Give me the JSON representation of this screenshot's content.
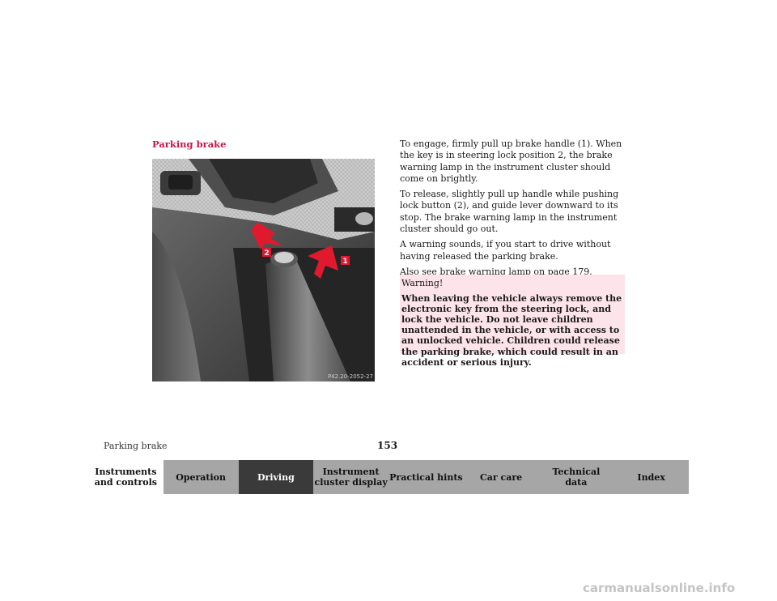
{
  "section": {
    "title": "Parking brake"
  },
  "figure": {
    "code": "P42.20-2052-27",
    "callout_1": "1",
    "callout_2": "2"
  },
  "body": {
    "paragraphs": [
      "To engage, firmly pull up brake handle (1). When the key is in steering lock position 2, the brake warning lamp in the instrument cluster should come on brightly.",
      "To release, slightly pull up handle while pushing lock button (2), and guide lever downward to its stop. The brake warning lamp in the instrument cluster should go out.",
      "A warning sounds, if you start to drive without having released the parking brake.",
      "Also see brake warning lamp on page 179."
    ]
  },
  "warning": {
    "title": "Warning!",
    "text": "When leaving the vehicle always remove the electronic key from the steering lock, and lock the vehicle. Do not leave children unattended in the vehicle, or with access to an unlocked vehicle. Children could release the parking brake, which could result in an accident or serious injury."
  },
  "footer": {
    "label": "Parking brake",
    "page": "153"
  },
  "nav": {
    "tabs": [
      {
        "line1": "Instruments",
        "line2": "and controls"
      },
      {
        "line1": "Operation",
        "line2": ""
      },
      {
        "line1": "Driving",
        "line2": ""
      },
      {
        "line1": "Instrument",
        "line2": "cluster display"
      },
      {
        "line1": "Practical hints",
        "line2": ""
      },
      {
        "line1": "Car care",
        "line2": ""
      },
      {
        "line1": "Technical",
        "line2": "data"
      },
      {
        "line1": "Index",
        "line2": ""
      }
    ],
    "active_tab": "Driving"
  },
  "watermark": {
    "text": "carmanualsonline.info"
  },
  "colors": {
    "accent": "#c4174a",
    "warning_bg": "#fde4ea",
    "arrow_red": "#e0192e"
  }
}
